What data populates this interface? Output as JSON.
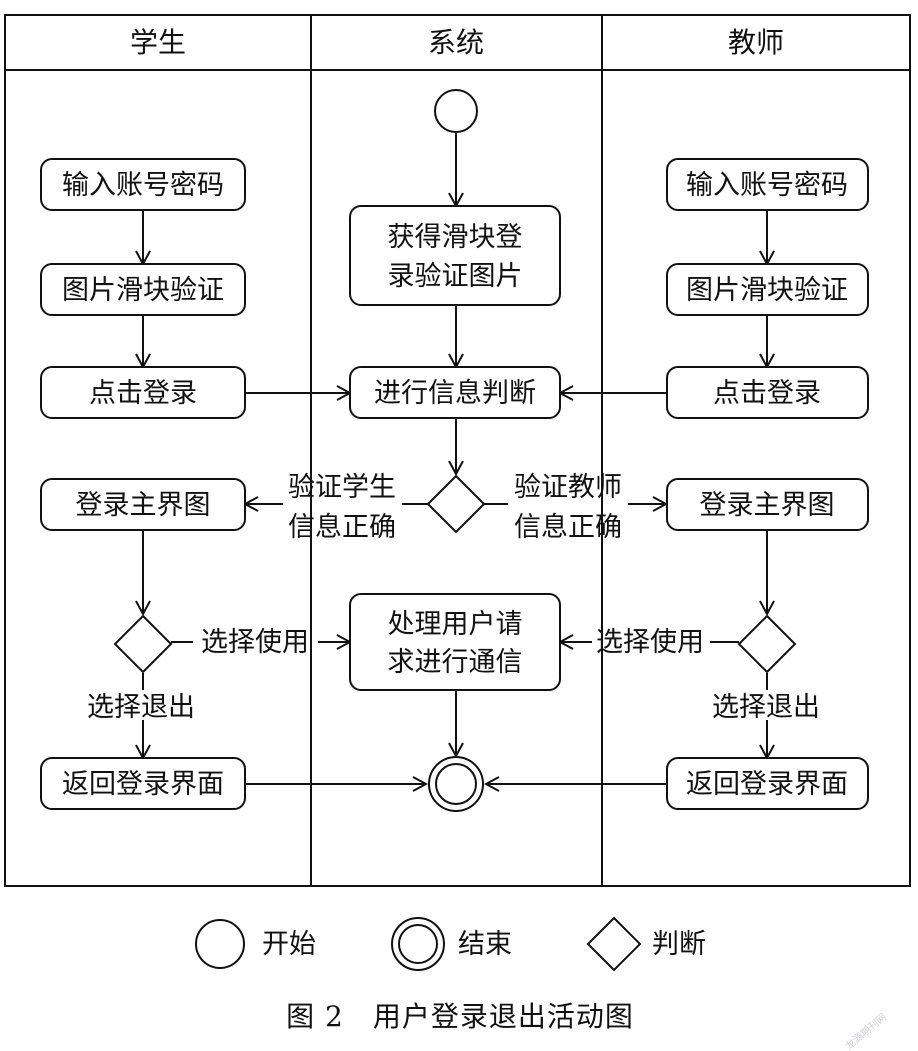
{
  "lanes": [
    "学生",
    "系统",
    "教师"
  ],
  "nodes": {
    "stu_input": "输入账号密码",
    "stu_slider": "图片滑块验证",
    "stu_click": "点击登录",
    "stu_main": "登录主界图",
    "stu_back": "返回登录界面",
    "sys_get": [
      "获得滑块登",
      "录验证图片"
    ],
    "sys_judge": "进行信息判断",
    "sys_process": [
      "处理用户请",
      "求进行通信"
    ],
    "tch_input": "输入账号密码",
    "tch_slider": "图片滑块验证",
    "tch_click": "点击登录",
    "tch_main": "登录主界图",
    "tch_back": "返回登录界面"
  },
  "edge_labels": {
    "verify_student": [
      "验证学生",
      "信息正确"
    ],
    "verify_teacher": [
      "验证教师",
      "信息正确"
    ],
    "stu_use": "选择使用",
    "stu_exit": "选择退出",
    "tch_use": "选择使用",
    "tch_exit": "选择退出"
  },
  "legend": {
    "start": "开始",
    "end": "结束",
    "decision": "判断"
  },
  "caption": "图 2　用户登录退出活动图",
  "watermark": "龙源期刊网",
  "colors": {
    "stroke": "#111111",
    "background": "#ffffff"
  }
}
